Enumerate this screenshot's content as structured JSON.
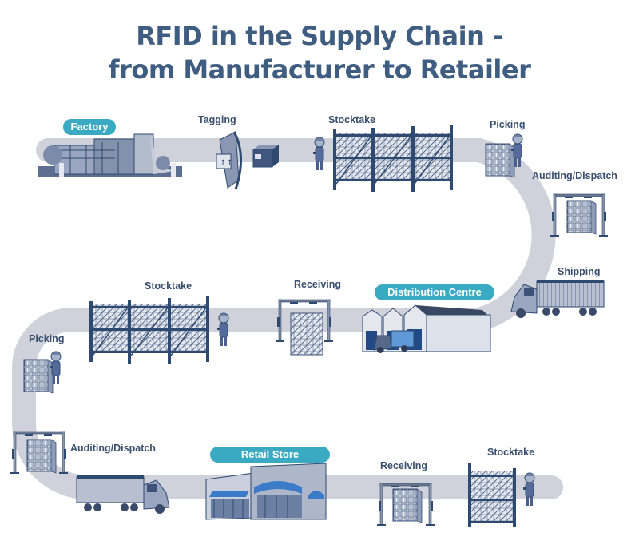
{
  "title": {
    "line1": "RFID in the Supply Chain -",
    "line2": "from Manufacturer to Retailer"
  },
  "badges": {
    "factory": "Factory",
    "distribution": "Distribution Centre",
    "retail": "Retail Store"
  },
  "stages": {
    "tagging": "Tagging",
    "stocktake1": "Stocktake",
    "picking1": "Picking",
    "auditing1": "Auditing/Dispatch",
    "shipping": "Shipping",
    "receiving1": "Receiving",
    "stocktake2": "Stocktake",
    "picking2": "Picking",
    "auditing2": "Auditing/Dispatch",
    "receiving2": "Receiving",
    "stocktake3": "Stocktake"
  },
  "colors": {
    "path": "#cfd2da",
    "badge": "#3aaac3",
    "title": "#3f5d80",
    "label": "#3a4f6e",
    "rack": "#2f4a70",
    "box": "#dfe4ee"
  }
}
